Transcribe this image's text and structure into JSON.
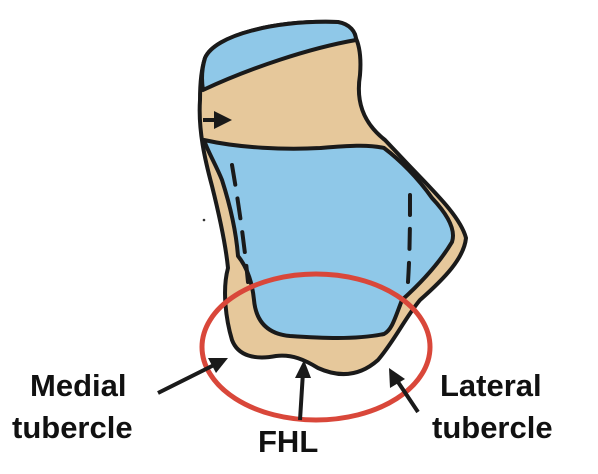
{
  "diagram": {
    "labels": {
      "medial_line1": "Medial",
      "medial_line2": "tubercle",
      "fhl": "FHL",
      "lateral_line1": "Lateral",
      "lateral_line2": "tubercle"
    },
    "colors": {
      "bone_fill": "#e6c89b",
      "cartilage_fill": "#8fc8e8",
      "outline": "#1a1a1a",
      "ring": "#d9473a",
      "background": "#ffffff"
    }
  }
}
